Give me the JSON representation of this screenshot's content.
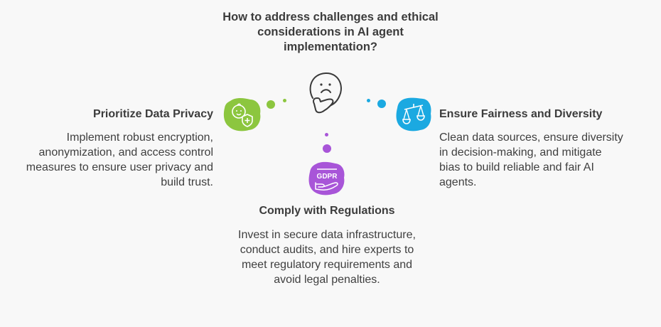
{
  "question": "How to address challenges and ethical considerations in AI agent implementation?",
  "center_icon": "thinking-face-icon",
  "branches": {
    "left": {
      "title": "Prioritize Data Privacy",
      "description": "Implement robust encryption, anonymization, and access control measures to ensure user privacy and build trust.",
      "icon": "baby-shield-icon",
      "color": "#8cc63f"
    },
    "right": {
      "title": "Ensure Fairness and Diversity",
      "description": "Clean data sources, ensure diversity in decision-making, and mitigate bias to build reliable and fair AI agents.",
      "icon": "scales-icon",
      "color": "#1ba9e1"
    },
    "bottom": {
      "title": "Comply with Regulations",
      "description": "Invest in secure data infrastructure, conduct audits, and hire experts to meet regulatory requirements and avoid legal penalties.",
      "icon": "gdpr-hand-icon",
      "icon_text": "GDPR",
      "color": "#a855d8"
    }
  }
}
